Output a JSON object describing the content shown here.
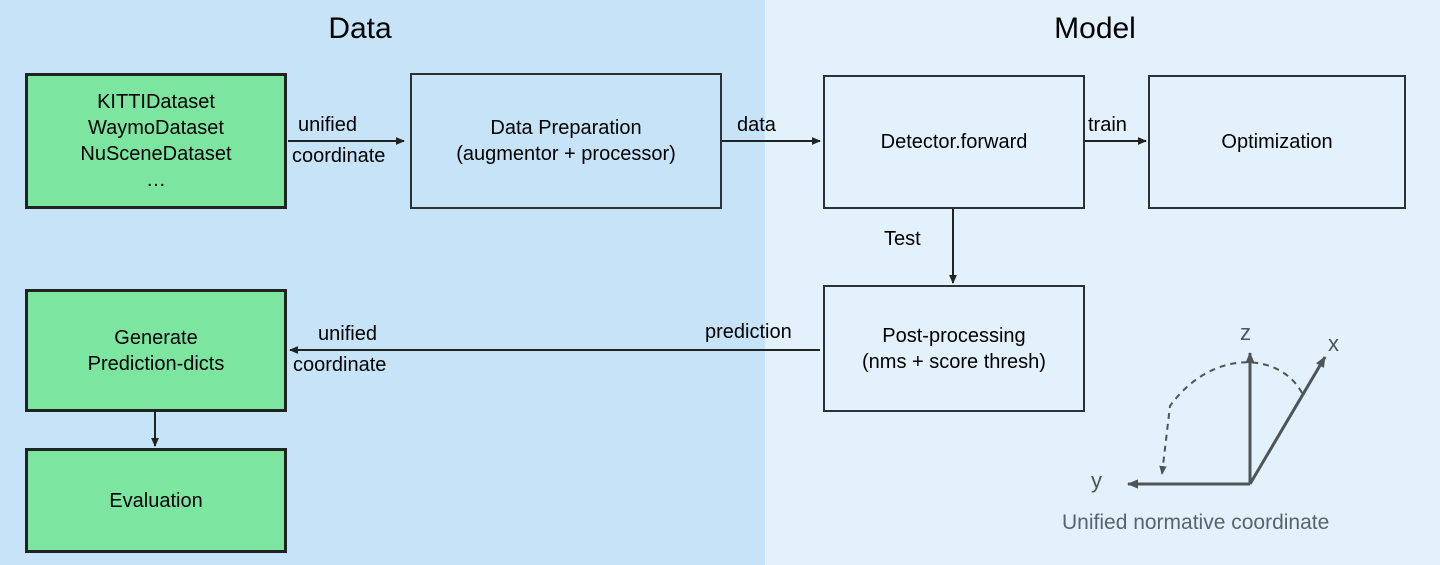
{
  "diagram": {
    "title_hidden": "",
    "panels": [
      {
        "id": "data",
        "label": "Data"
      },
      {
        "id": "model",
        "label": "Model"
      }
    ],
    "colors": {
      "panel_data_bg": "#c6e3f8",
      "panel_model_bg": "#e2f1fb",
      "node_green_fill": "#7ce6a0",
      "node_border": "#1f2423",
      "plain_border": "#2b3134",
      "axis_gray": "#4d5558",
      "caption_gray": "#59646a"
    }
  },
  "nodes": {
    "datasets": "KITTIDataset\nWaymoDataset\nNuSceneDataset\n…",
    "data_preparation": "Data Preparation\n(augmentor + processor)",
    "detector_forward": "Detector.forward",
    "optimization": "Optimization",
    "post_processing": "Post-processing\n(nms + score thresh)",
    "generate_prediction_dicts": "Generate\nPrediction-dicts",
    "evaluation": "Evaluation"
  },
  "edges": {
    "unified_coordinate_top_line1": "unified",
    "unified_coordinate_top_line2": "coordinate",
    "data": "data",
    "train": "train",
    "test": "Test",
    "prediction": "prediction",
    "unified_coordinate_bottom_line1": "unified",
    "unified_coordinate_bottom_line2": "coordinate"
  },
  "coordinate_frame": {
    "axis_z": "z",
    "axis_x": "x",
    "axis_y": "y",
    "caption": "Unified normative coordinate"
  }
}
